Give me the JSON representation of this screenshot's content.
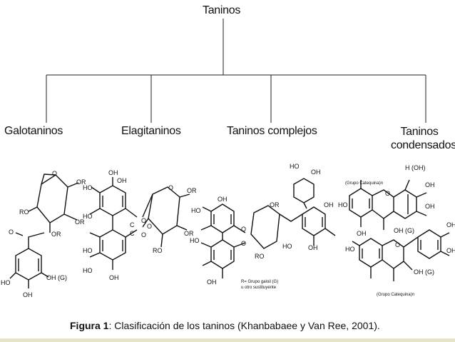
{
  "tree": {
    "root": "Taninos",
    "children": [
      "Galotaninos",
      "Elagitaninos",
      "Taninos complejos",
      "Taninos condensados"
    ]
  },
  "structure_labels": {
    "galotaninos": [
      "OR",
      "OR",
      "RO",
      "OR",
      "O",
      "O",
      "HO",
      "OH (G)",
      "OH"
    ],
    "elagitaninos": [
      "OH",
      "OH",
      "HO",
      "HO",
      "O",
      "O",
      "C",
      "C",
      "O",
      "O",
      "HO",
      "HO",
      "OH",
      "OR",
      "OR",
      "RO"
    ],
    "complejos": [
      "HO",
      "OH",
      "OH",
      "OH",
      "HO",
      "HO",
      "O",
      "O",
      "OR",
      "RO",
      "HO",
      "OH",
      "OH",
      "R= Grupo galoil (G)",
      "u otro sustituyente"
    ],
    "condensados": [
      "(Grupo Catequina)n",
      "H (OH)",
      "OH",
      "HO",
      "O",
      "OH",
      "OH (G)",
      "OH",
      "HO",
      "O",
      "OH",
      "OH",
      "OH (G)",
      "(Grupo Catequina)n"
    ]
  },
  "caption": {
    "label": "Figura 1",
    "text": ": Clasificación de los taninos (Khanbabaee  y Van Ree, 2001)."
  }
}
